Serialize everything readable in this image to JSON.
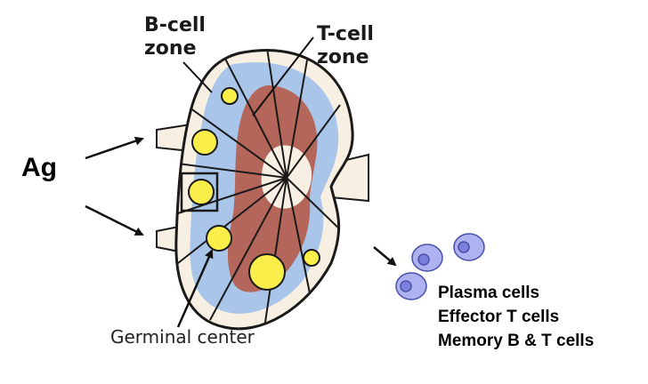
{
  "labels": {
    "b_cell_zone": [
      "B-cell",
      "zone"
    ],
    "t_cell_zone": [
      "T-cell",
      "zone"
    ],
    "antigen": "Ag",
    "germinal_center": "Germinal center",
    "outputs": [
      "Plasma cells",
      "Effector T cells",
      "Memory B & T cells"
    ]
  },
  "colors": {
    "outline": "#1a1a1a",
    "cortex_blue": "#a9c6ea",
    "paracortex_red": "#b5665a",
    "lymphatic_tan": "#f7efe2",
    "follicle_yellow": "#f9ee4a",
    "cell_purple": "#aeb2f0",
    "nucleus_purple": "#7a80dc"
  }
}
